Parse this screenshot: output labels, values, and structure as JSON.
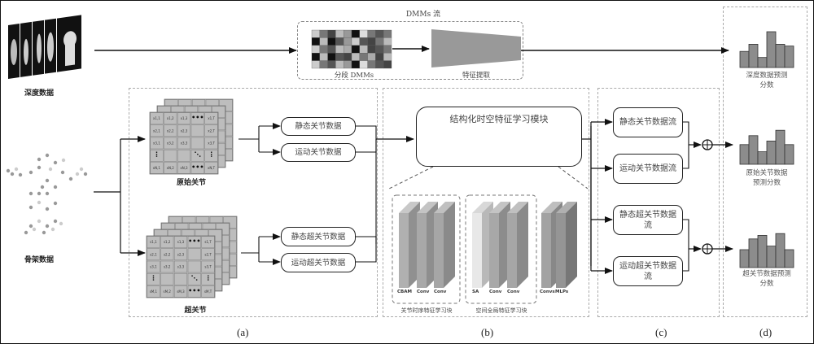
{
  "inputs": {
    "depth_label": "深度数据",
    "skeleton_label": "骨架数据"
  },
  "dmm_stream": {
    "title": "DMMs 流",
    "segmented_label": "分段 DMMs",
    "feature_extract_label": "特征提取"
  },
  "panel_a": {
    "caption": "(a)",
    "original_joints_label": "原始关节",
    "super_joints_label": "超关节",
    "static_joint_data": "静态关节数据",
    "motion_joint_data": "运动关节数据",
    "static_super_joint_data": "静态超关节数据",
    "motion_super_joint_data": "运动超关节数据",
    "matrix_front_original": [
      [
        "x1,1",
        "x1,2",
        "x1,3",
        "•••",
        "x1,T"
      ],
      [
        "x2,1",
        "x2,2",
        "x2,3",
        "",
        "x2,T"
      ],
      [
        "x3,1",
        "x3,2",
        "x3,3",
        "",
        "x3,T"
      ],
      [
        "⋮",
        "",
        "",
        "⋱",
        "⋮"
      ],
      [
        "xN,1",
        "xN,2",
        "xN,3",
        "•••",
        "xN,T"
      ]
    ],
    "matrix_front_super": [
      [
        "s1,1",
        "s1,2",
        "s1,3",
        "•••",
        "s1,T"
      ],
      [
        "s2,1",
        "s2,2",
        "s2,3",
        "",
        "s2,T"
      ],
      [
        "s3,1",
        "s3,2",
        "s3,3",
        "",
        "s3,T"
      ],
      [
        "⋮",
        "",
        "",
        "⋱",
        "⋮"
      ],
      [
        "sM,1",
        "sM,2",
        "sM,3",
        "•••",
        "sM,T"
      ]
    ]
  },
  "panel_b": {
    "caption": "(b)",
    "module_title": "结构化时空特征学习模块",
    "group1_label": "关节时序特征学习块",
    "group2_label": "空间全局特征学习块",
    "group1_layers": [
      "CBAM",
      "Conv",
      "Conv"
    ],
    "group2_layers": [
      "SA",
      "Conv",
      "Conv"
    ],
    "group3_layers": [
      "Convs",
      "MLPs"
    ]
  },
  "panel_c": {
    "caption": "(c)",
    "streams": [
      "静态关节数据流",
      "运动关节数据流",
      "静态超关节数据流",
      "运动超关节数据流"
    ],
    "fusion_symbol": "⊕"
  },
  "panel_d": {
    "caption": "(d)",
    "scores": [
      {
        "label_line1": "深度数据预测",
        "label_line2": "分数",
        "bars": [
          0.45,
          0.65,
          0.28,
          1.0,
          0.65,
          0.6
        ]
      },
      {
        "label_line1": "原始关节数据",
        "label_line2": "预测分数",
        "bars": [
          0.55,
          0.8,
          0.35,
          0.65,
          0.95,
          0.55
        ]
      },
      {
        "label_line1": "超关节数据预测",
        "label_line2": "分数",
        "bars": [
          0.5,
          0.8,
          0.9,
          0.6,
          0.95,
          0.5
        ]
      }
    ]
  },
  "colors": {
    "bar_fill": "#8c8c8c",
    "panel_border": "#aaaaaa",
    "line": "#111111"
  }
}
